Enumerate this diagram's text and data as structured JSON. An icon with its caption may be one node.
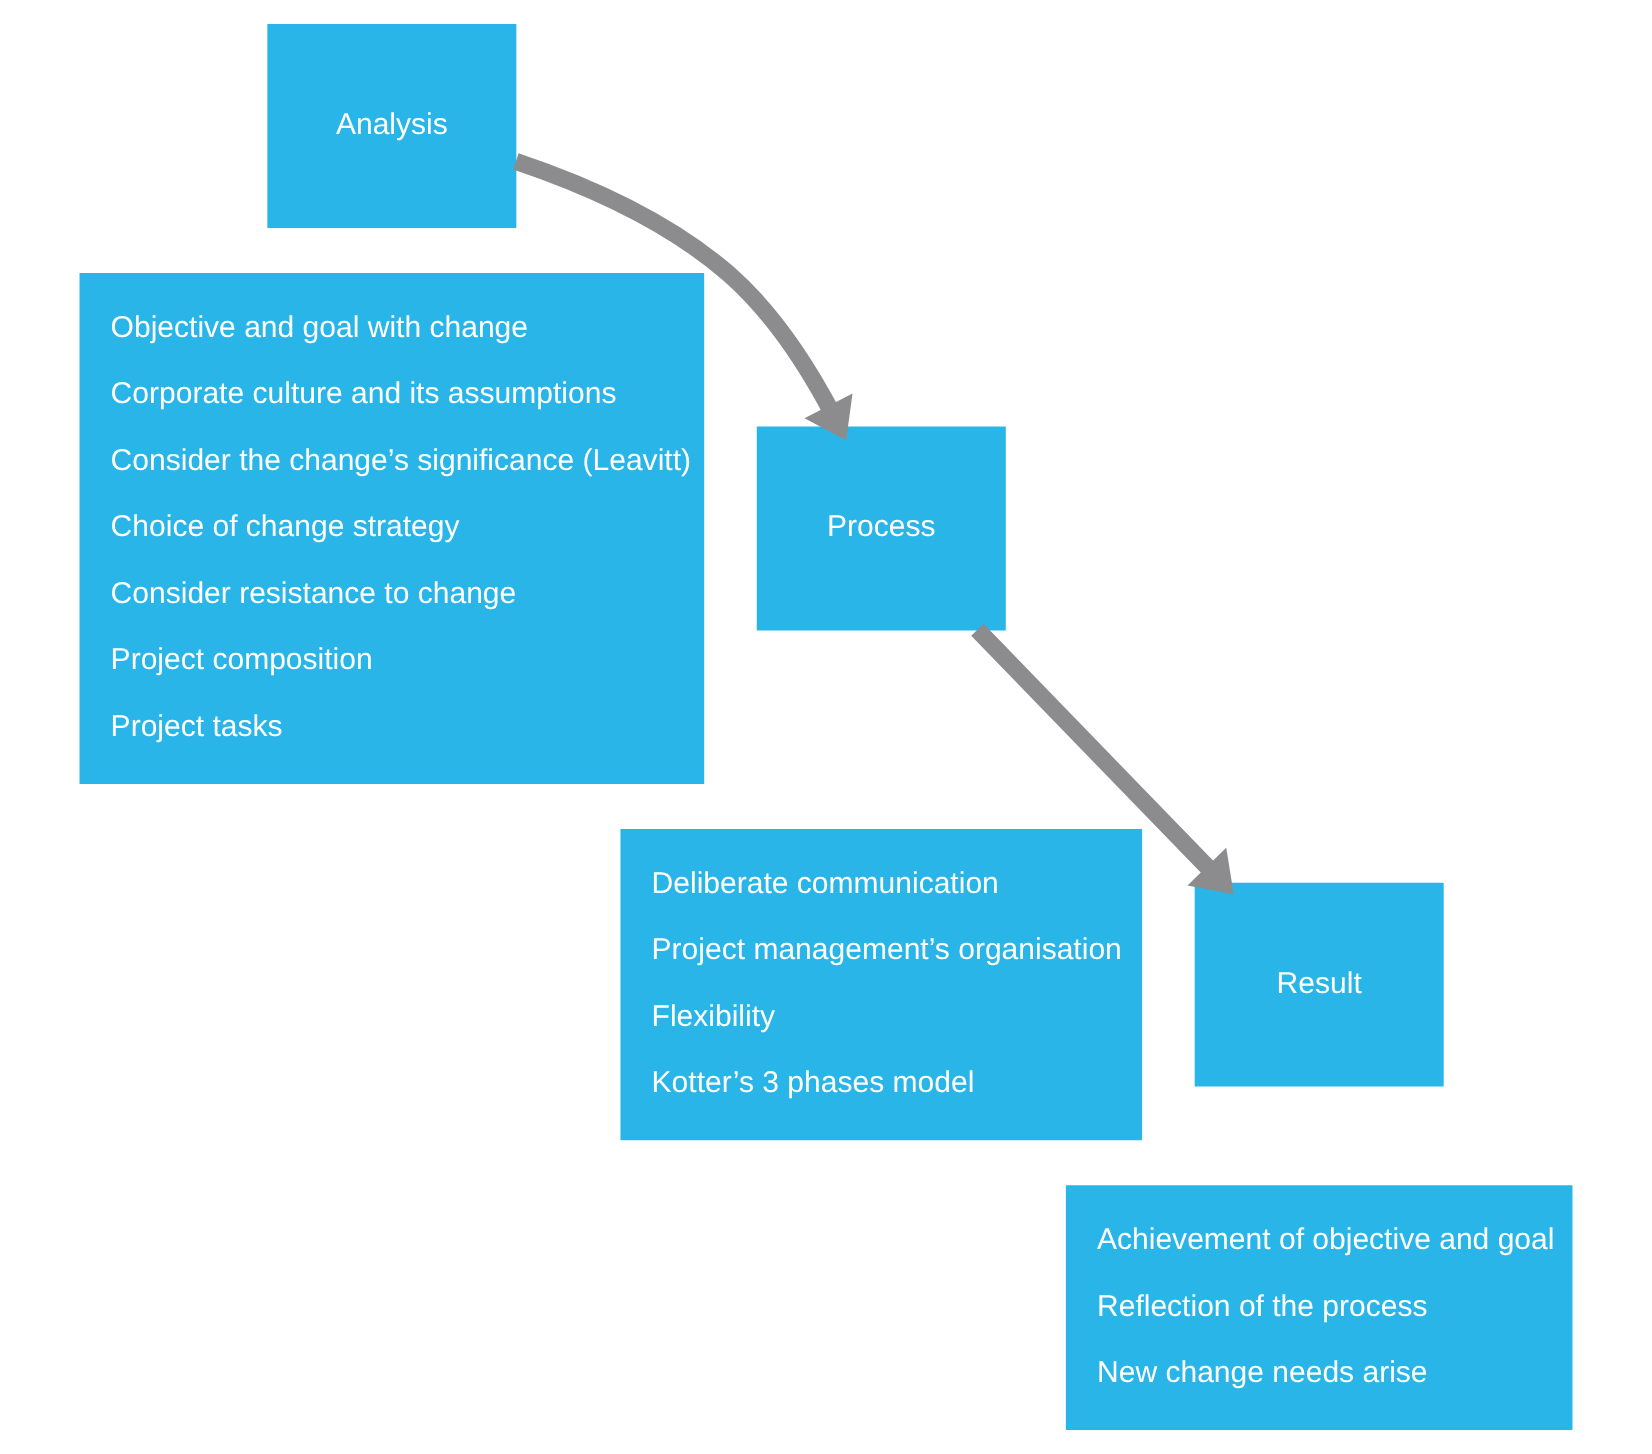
{
  "diagram": {
    "nodes": [
      {
        "text": [
          "Analysis"
        ]
      },
      {
        "text": [
          "Process"
        ]
      },
      {
        "text": [
          "Result"
        ]
      },
      {
        "text": [
          "Objective and goal with change",
          "Corporate culture and its assumptions",
          "Consider the change’s significance (Leavitt)",
          "Choice of change strategy",
          "Consider resistance to change",
          "Project composition",
          "Project tasks"
        ]
      },
      {
        "text": [
          "Deliberate communication",
          "Project management’s organisation",
          "Flexibility",
          "Kotter’s 3 phases model"
        ]
      },
      {
        "text": [
          "Achievement of objective and goal",
          "Reflection of the process",
          "New change needs arise"
        ]
      }
    ],
    "edges": [
      {
        "from": 0,
        "to": 1,
        "arrow": "to"
      },
      {
        "from": 1,
        "to": 2,
        "arrow": "to"
      }
    ]
  }
}
